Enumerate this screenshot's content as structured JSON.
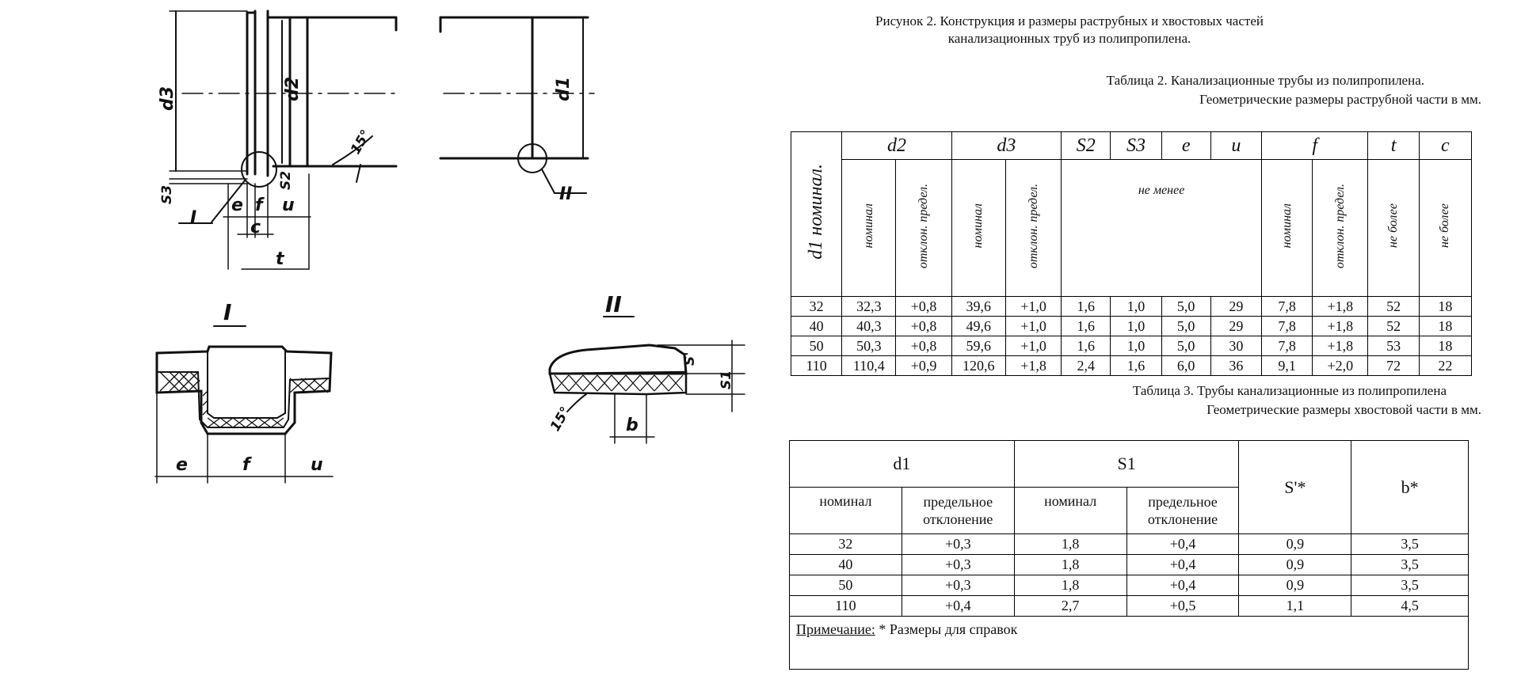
{
  "figure": {
    "caption_line1": "Рисунок 2. Конструкция и размеры раструбных и хвостовых частей",
    "caption_line2": "канализационных труб из полипропилена.",
    "labels": {
      "d3": "d3",
      "d2": "d2",
      "d1": "d1",
      "s3": "S3",
      "s2": "S2",
      "e": "e",
      "f": "f",
      "u": "u",
      "c": "c",
      "t": "t",
      "angle": "15°",
      "I": "I",
      "II": "II",
      "s_prime": "S'",
      "s1": "S1",
      "b": "b"
    }
  },
  "table2": {
    "caption_line1": "Таблица 2. Канализационные трубы из полипропилена.",
    "caption_line2": "Геометрические размеры раструбной части в мм.",
    "col_d1": "d1 номинал.",
    "groups": [
      "d2",
      "d3",
      "S2",
      "S3",
      "e",
      "u",
      "f",
      "t",
      "c"
    ],
    "sub_nominal": "номинал",
    "sub_deviation": "отклон. предел.",
    "not_less": "не менее",
    "not_more": "не более",
    "rows": [
      [
        "32",
        "32,3",
        "+0,8",
        "39,6",
        "+1,0",
        "1,6",
        "1,0",
        "5,0",
        "29",
        "7,8",
        "+1,8",
        "52",
        "18"
      ],
      [
        "40",
        "40,3",
        "+0,8",
        "49,6",
        "+1,0",
        "1,6",
        "1,0",
        "5,0",
        "29",
        "7,8",
        "+1,8",
        "52",
        "18"
      ],
      [
        "50",
        "50,3",
        "+0,8",
        "59,6",
        "+1,0",
        "1,6",
        "1,0",
        "5,0",
        "30",
        "7,8",
        "+1,8",
        "53",
        "18"
      ],
      [
        "110",
        "110,4",
        "+0,9",
        "120,6",
        "+1,8",
        "2,4",
        "1,6",
        "6,0",
        "36",
        "9,1",
        "+2,0",
        "72",
        "22"
      ]
    ]
  },
  "table3": {
    "caption_line1": "Таблица 3. Трубы канализационные из полипропилена",
    "caption_line2": "Геометрические размеры хвостовой части в мм.",
    "h_d1": "d1",
    "h_s1": "S1",
    "h_sprime": "S'*",
    "h_b": "b*",
    "sub_nominal": "номинал",
    "sub_deviation_1": "предельное",
    "sub_deviation_2": "отклонение",
    "rows": [
      [
        "32",
        "+0,3",
        "1,8",
        "+0,4",
        "0,9",
        "3,5"
      ],
      [
        "40",
        "+0,3",
        "1,8",
        "+0,4",
        "0,9",
        "3,5"
      ],
      [
        "50",
        "+0,3",
        "1,8",
        "+0,4",
        "0,9",
        "3,5"
      ],
      [
        "110",
        "+0,4",
        "2,7",
        "+0,5",
        "1,1",
        "4,5"
      ]
    ],
    "note_label": "Примечание:",
    "note_text": " * Размеры для справок"
  }
}
